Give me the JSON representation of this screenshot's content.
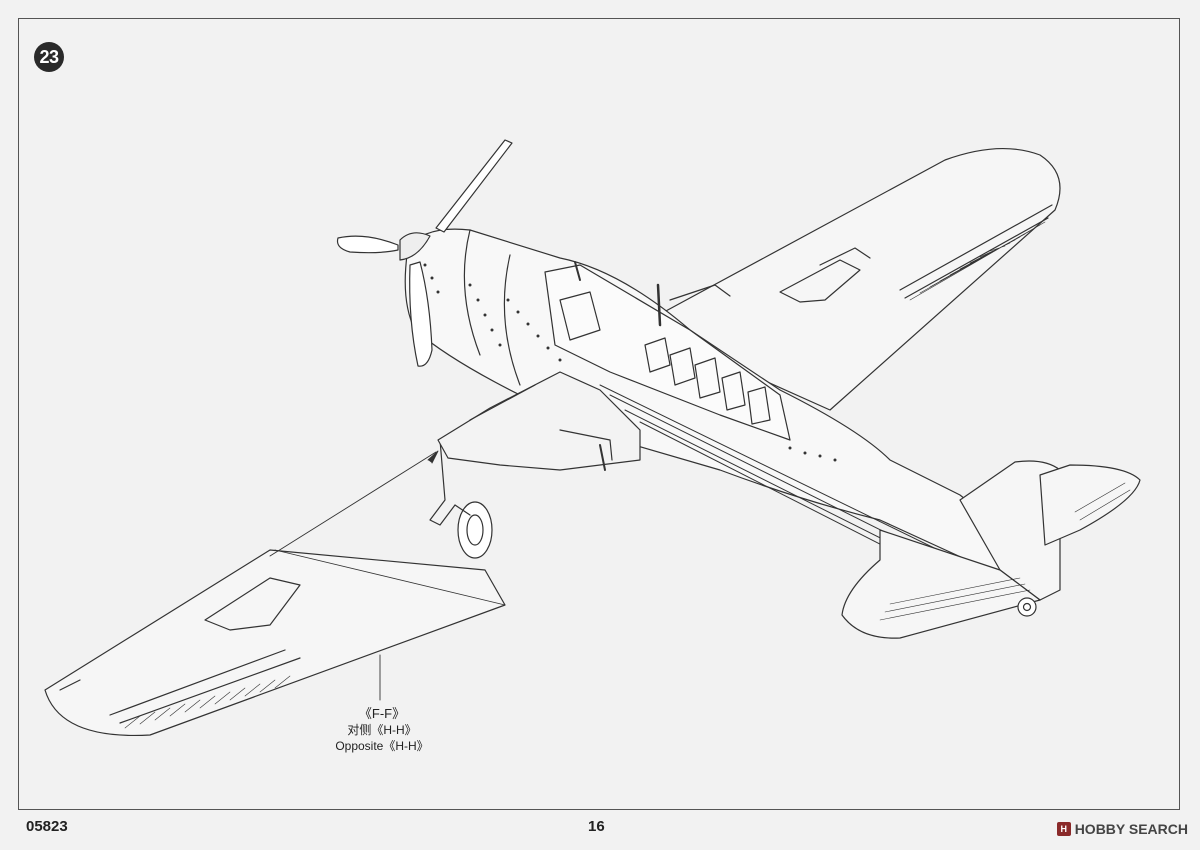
{
  "step": {
    "number": "23"
  },
  "callout": {
    "line1": "《F-F》",
    "line2": "对侧《H-H》",
    "line3": "Opposite《H-H》"
  },
  "footer": {
    "code": "05823",
    "page_number": "16"
  },
  "watermark": {
    "logo_glyph": "H",
    "text": "HOBBY SEARCH",
    "color": "#8a2a2a"
  }
}
